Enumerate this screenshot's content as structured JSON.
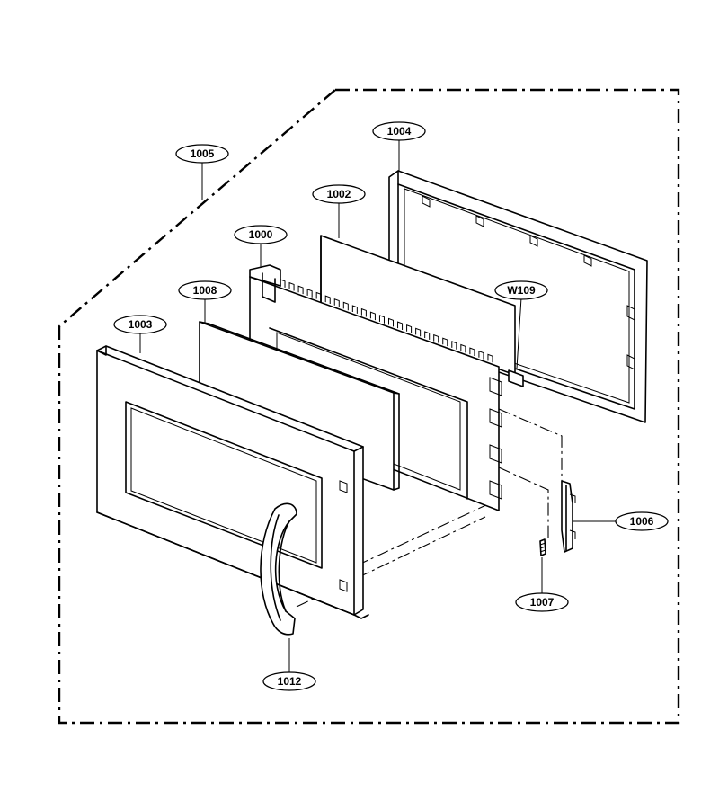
{
  "diagram": {
    "callouts": [
      {
        "id": "c1005",
        "label": "1005"
      },
      {
        "id": "c1004",
        "label": "1004"
      },
      {
        "id": "c1002",
        "label": "1002"
      },
      {
        "id": "c1000",
        "label": "1000"
      },
      {
        "id": "c1008",
        "label": "1008"
      },
      {
        "id": "c1003",
        "label": "1003"
      },
      {
        "id": "cW109",
        "label": "W109"
      },
      {
        "id": "c1006",
        "label": "1006"
      },
      {
        "id": "c1007",
        "label": "1007"
      },
      {
        "id": "c1012",
        "label": "1012"
      }
    ]
  }
}
